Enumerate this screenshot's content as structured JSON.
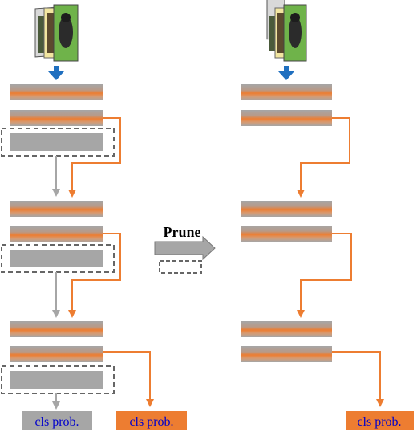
{
  "prune_label": "Prune",
  "output_left_gray": "cls prob.",
  "output_left_orange": "cls prob.",
  "output_right": "cls prob.",
  "colors": {
    "gray_block": "#a6a6a6",
    "orange": "#ed7d31",
    "blue_arrow": "#1f6fbf",
    "gray_arrow": "#a6a6a6",
    "dashed": "#666666",
    "label_text": "#0000cc"
  }
}
